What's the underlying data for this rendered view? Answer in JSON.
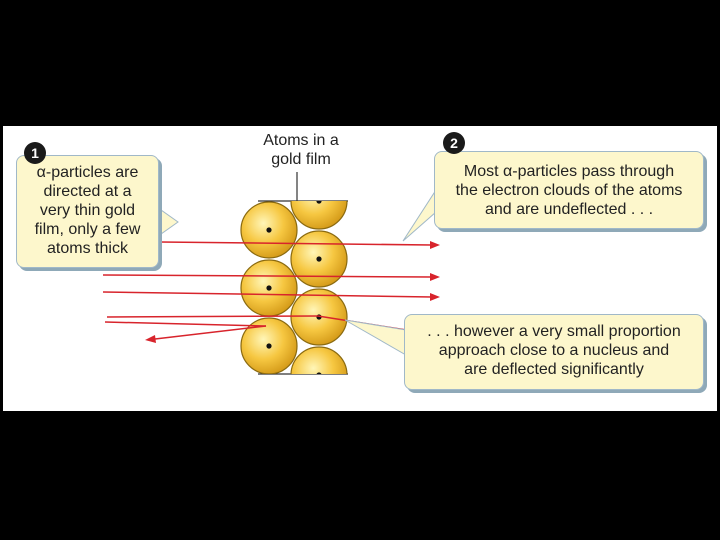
{
  "film_label": [
    "Atoms in a",
    "gold film"
  ],
  "callouts": [
    {
      "number": "1",
      "lines": [
        "α-particles are",
        "directed at a",
        "very thin gold",
        "film, only a few",
        "atoms thick"
      ]
    },
    {
      "number": "2",
      "lines": [
        "Most α-particles pass through",
        "the electron clouds of the atoms",
        "and are undeflected . . ."
      ]
    },
    {
      "lines": [
        ". . . however a very small proportion",
        "approach close to a nucleus and",
        "are deflected significantly"
      ]
    }
  ],
  "colors": {
    "atom_fill": "#f6c741",
    "atom_stroke": "#8a6a10",
    "ray": "#d8242c",
    "callout_bg": "#fdf7cc",
    "badge": "#1a1a1a"
  }
}
